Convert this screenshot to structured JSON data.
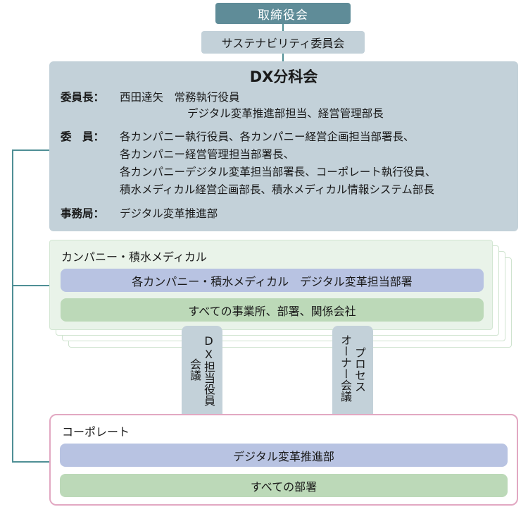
{
  "board": {
    "label": "取締役会"
  },
  "sustainability": {
    "label": "サステナビリティ委員会"
  },
  "dx_committee": {
    "title": "DX分科会",
    "chair": {
      "key": "委員長：",
      "lines": [
        "西田達矢　常務執行役員",
        "デジタル変革推進部担当、経営管理部長"
      ]
    },
    "members": {
      "key": "委　員：",
      "lines": [
        "各カンパニー執行役員、各カンパニー経営企画担当部署長、",
        "各カンパニー経営管理担当部署長、",
        "各カンパニーデジタル変革担当部署長、コーポレート執行役員、",
        "積水メディカル経営企画部長、積水メディカル情報システム部長"
      ]
    },
    "secretariat": {
      "key": "事務局：",
      "value": "デジタル変革推進部"
    }
  },
  "company_panel": {
    "label": "カンパニー・積水メディカル",
    "bar_top": "各カンパニー・積水メディカル　デジタル変革担当部署",
    "bar_bottom": "すべての事業所、部署、関係会社"
  },
  "meetings": {
    "dx_officer": {
      "col1": "DX担当役員",
      "col2": "会議"
    },
    "process_owner": {
      "col1": "プロセス",
      "col2": "オーナー会議"
    }
  },
  "corporate_panel": {
    "label": "コーポレート",
    "bar_top": "デジタル変革推進部",
    "bar_bottom": "すべての部署"
  }
}
